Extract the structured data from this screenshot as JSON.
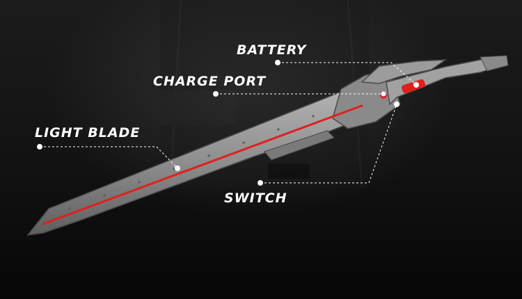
{
  "labels": {
    "battery": "BATTERY",
    "charge_port": "CHARGE PORT",
    "light_blade": "LIGHT BLADE",
    "switch": "SWITCH"
  },
  "colors": {
    "background": "#0c0c0c",
    "blade_metal": "#8f8f8f",
    "led_red": "#e0201c",
    "text": "#ffffff"
  }
}
